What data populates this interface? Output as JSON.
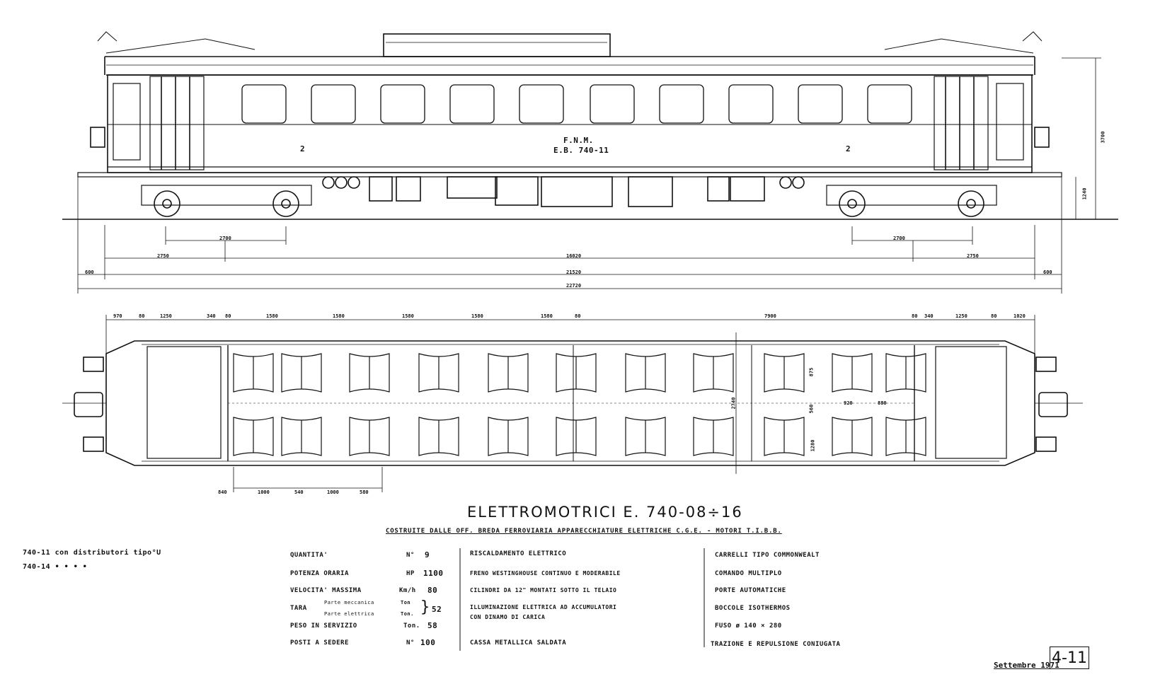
{
  "title": "ELETTROMOTRICI  E. 740-08÷16",
  "subtitle": "COSTRUITE DALLE OFF. BREDA FERROVIARIA    APPARECCHIATURE ELETTRICHE C.G.E. - MOTORI T.I.B.B.",
  "car_marking": {
    "line1": "F.N.M.",
    "line2": "E.B. 740-11",
    "class_left": "2",
    "class_right": "2"
  },
  "side_view_dims": {
    "bogie_wheelbase_left": "2700",
    "bogie_wheelbase_right": "2700",
    "overhang_left": "2750",
    "pivot_distance": "16020",
    "overhang_right": "2750",
    "buffer_left": "600",
    "body_length": "21520",
    "buffer_right": "600",
    "total_length": "22720",
    "height_roof": "3700",
    "height_floor": "1240"
  },
  "plan_dims_top": [
    "970",
    "80",
    "1250",
    "340",
    "80",
    "1580",
    "1580",
    "1580",
    "1580",
    "1580",
    "80",
    "7900",
    "80",
    "340",
    "1250",
    "80",
    "1020"
  ],
  "plan_dims_bottom": [
    "840",
    "1000",
    "540",
    "1000",
    "580"
  ],
  "plan_dims_right": {
    "width": "2740",
    "seat_a": "920",
    "seat_b": "880",
    "aisle": "560",
    "seat_row": "1280",
    "row_w": "875"
  },
  "notes_left": [
    "740-11 con distributori tipo°U",
    "740-14  •        •        •   •"
  ],
  "specs": [
    {
      "label": "QUANTITA'",
      "unit": "N°",
      "value": "9"
    },
    {
      "label": "POTENZA ORARIA",
      "unit": "HP",
      "value": "1100"
    },
    {
      "label": "VELOCITA' MASSIMA",
      "unit": "Km/h",
      "value": "80"
    },
    {
      "label": "TARA",
      "unit": "",
      "value": "52"
    },
    {
      "label": "PESO IN SERVIZIO",
      "unit": "Ton.",
      "value": "58"
    },
    {
      "label": "POSTI A SEDERE",
      "unit": "N°",
      "value": "100"
    }
  ],
  "tara_sub": {
    "a": "Parte meccanica",
    "b": "Parte elettrica",
    "unit_a": "Ton",
    "unit_b": "Ton."
  },
  "features_mid": [
    "RISCALDAMENTO ELETTRICO",
    "FRENO WESTINGHOUSE CONTINUO E MODERABILE",
    "CILINDRI DA 12\" MONTATI SOTTO IL TELAIO",
    "ILLUMINAZIONE ELETTRICA AD ACCUMULATORI",
    "CON DINAMO DI CARICA",
    "CASSA METALLICA SALDATA"
  ],
  "features_right": [
    "CARRELLI TIPO COMMONWEALT",
    "COMANDO MULTIPLO",
    "PORTE AUTOMATICHE",
    "BOCCOLE ISOTHERMOS",
    "FUSO  ø 140 × 280",
    "TRAZIONE E REPULSIONE CONIUGATA"
  ],
  "date": "Settembre 1971",
  "sheet": "4-11"
}
